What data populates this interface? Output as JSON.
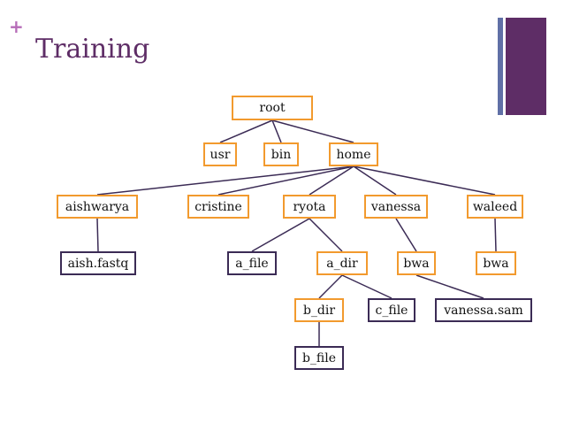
{
  "slide": {
    "title": "Training",
    "bullet_glyph": "+"
  },
  "colors": {
    "title": "#5e2d66",
    "bullet": "#b66cb8",
    "directory_border": "#f29a2e",
    "file_border": "#3b2b55",
    "accent_bar_thin": "#6070a6",
    "accent_bar_wide": "#5e2d66",
    "edge": "#3b2b55"
  },
  "tree": {
    "nodes": [
      {
        "id": "root",
        "label": "root",
        "kind": "directory"
      },
      {
        "id": "usr",
        "label": "usr",
        "kind": "directory",
        "parent": "root"
      },
      {
        "id": "bin",
        "label": "bin",
        "kind": "directory",
        "parent": "root"
      },
      {
        "id": "home",
        "label": "home",
        "kind": "directory",
        "parent": "root"
      },
      {
        "id": "aishwarya",
        "label": "aishwarya",
        "kind": "directory",
        "parent": "home"
      },
      {
        "id": "cristine",
        "label": "cristine",
        "kind": "directory",
        "parent": "home"
      },
      {
        "id": "ryota",
        "label": "ryota",
        "kind": "directory",
        "parent": "home"
      },
      {
        "id": "vanessa",
        "label": "vanessa",
        "kind": "directory",
        "parent": "home"
      },
      {
        "id": "waleed",
        "label": "waleed",
        "kind": "directory",
        "parent": "home"
      },
      {
        "id": "aish_fastq",
        "label": "aish.fastq",
        "kind": "file",
        "parent": "aishwarya"
      },
      {
        "id": "a_file",
        "label": "a_file",
        "kind": "file",
        "parent": "ryota"
      },
      {
        "id": "a_dir",
        "label": "a_dir",
        "kind": "directory",
        "parent": "ryota"
      },
      {
        "id": "bwa_vanessa",
        "label": "bwa",
        "kind": "directory",
        "parent": "vanessa"
      },
      {
        "id": "bwa_waleed",
        "label": "bwa",
        "kind": "directory",
        "parent": "waleed"
      },
      {
        "id": "b_dir",
        "label": "b_dir",
        "kind": "directory",
        "parent": "a_dir"
      },
      {
        "id": "c_file",
        "label": "c_file",
        "kind": "file",
        "parent": "a_dir"
      },
      {
        "id": "vanessa_sam",
        "label": "vanessa.sam",
        "kind": "file",
        "parent": "bwa_vanessa"
      },
      {
        "id": "b_file",
        "label": "b_file",
        "kind": "file",
        "parent": "b_dir"
      }
    ]
  }
}
